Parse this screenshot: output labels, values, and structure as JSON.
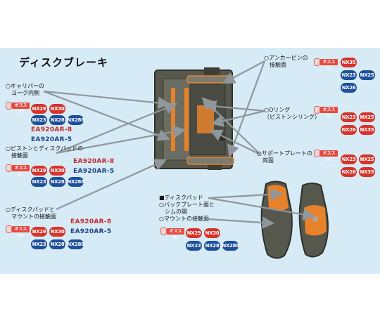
{
  "title": "ディスクブレーキ",
  "labels": {
    "caliper": [
      "○キャリパーの",
      "ヨーク内側"
    ],
    "piston": [
      "○ピストンとディスクパッドの",
      "接触面"
    ],
    "mount": [
      "○ディスクパッドと",
      "マウントの接触面"
    ],
    "anchor": [
      "○アンカーピンの",
      "接触面"
    ],
    "oring": [
      "○Oリング",
      "（ピストンシリング）"
    ],
    "support": [
      "○サポートプレートの",
      "両面"
    ],
    "pad": [
      "■ディスクパッド",
      "○バックプレート面と",
      "シムの間",
      "○マウントの接触面"
    ]
  },
  "osusume_label": "オススメ!",
  "groups": {
    "caliper": {
      "red": [
        "NX29",
        "NX30"
      ],
      "blue": [
        "NX23",
        "NX28",
        "NX288"
      ],
      "parts": [
        "EA920AR-8",
        "EA920AR-5"
      ]
    },
    "piston": {
      "red": [
        "NX29",
        "NX30"
      ],
      "blue": [
        "NX23",
        "NX28",
        "NX288"
      ],
      "parts": [
        "EA920AR-8",
        "EA920AR-5"
      ]
    },
    "mount": {
      "red": [
        "NX29",
        "NX30"
      ],
      "blue": [
        "NX23",
        "NX28",
        "NX288"
      ],
      "parts": [
        "EA920AR-8",
        "EA920AR-5"
      ]
    },
    "anchor": {
      "red": [
        "NX35"
      ],
      "blue": [
        "NX23",
        "NX25",
        "NX26"
      ]
    },
    "oring": {
      "red": [
        "NX23",
        "NX25",
        "NX26",
        "NX35"
      ]
    },
    "support": {
      "red": [
        "NX23",
        "NX25",
        "NX26",
        "NX35"
      ]
    },
    "pad": {
      "red": [
        "NX29",
        "NX30"
      ],
      "blue": [
        "NX23",
        "NX28",
        "NX288"
      ]
    }
  },
  "colors": {
    "background_panel": "#d6ebf6",
    "badge_red": "#d7332b",
    "badge_blue": "#1e4f9c",
    "part_red": "#c8262a",
    "part_blue": "#1b3f8a",
    "caliper_body": "#56584e",
    "pad_material": "#e8822a"
  }
}
